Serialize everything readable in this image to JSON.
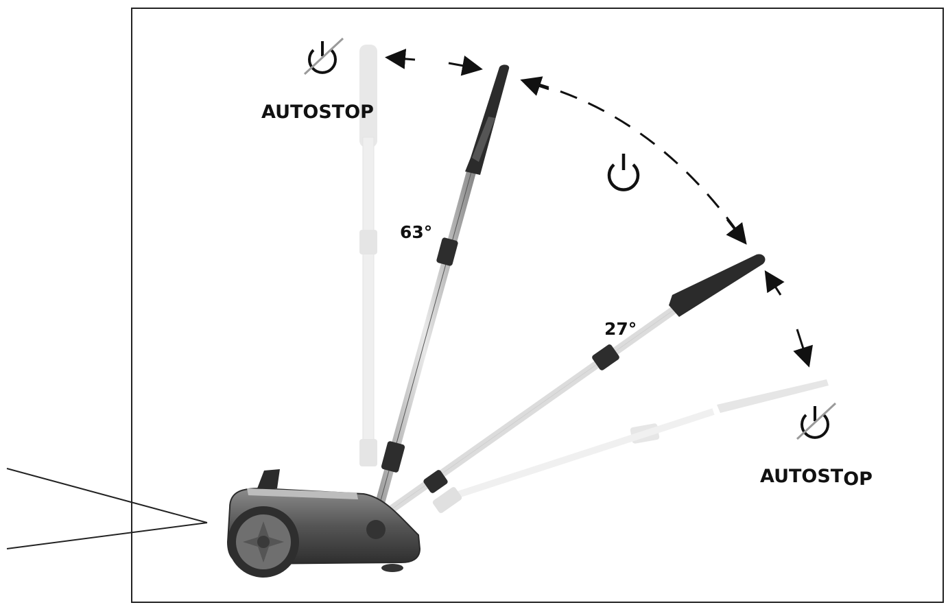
{
  "diagram": {
    "labels": {
      "autostop_top": "AUTOSTOP",
      "autostop_bottom_main": "AUTOST",
      "autostop_bottom_tail": "OP",
      "angle_upper": "63°",
      "angle_lower": "27°"
    },
    "icons": {
      "power_off_top": "power-off-icon",
      "power_on_middle": "power-icon",
      "power_off_bottom": "power-off-icon"
    },
    "colors": {
      "ink": "#111111",
      "frame": "#222222",
      "faded": "#d9d9d9",
      "handle_dark": "#2b2b2b",
      "tube": "#bfbfbf",
      "body": "#5a5a5a"
    }
  }
}
